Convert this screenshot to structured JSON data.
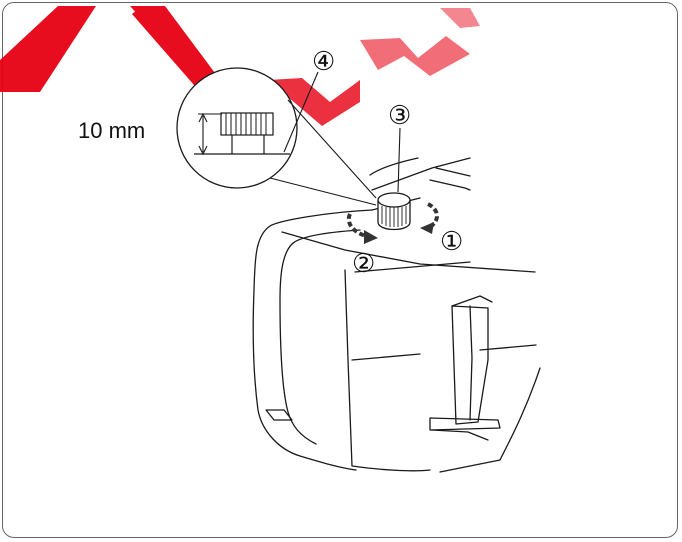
{
  "dimension_label": "10 mm",
  "callouts": {
    "c1": "①",
    "c2": "②",
    "c3": "③",
    "c4": "④"
  },
  "watermark_text": "JA WW",
  "colors": {
    "line": "#1a1a1a",
    "arrow_fill": "#333333",
    "watermark": "#e60012",
    "frame": "#666666"
  }
}
